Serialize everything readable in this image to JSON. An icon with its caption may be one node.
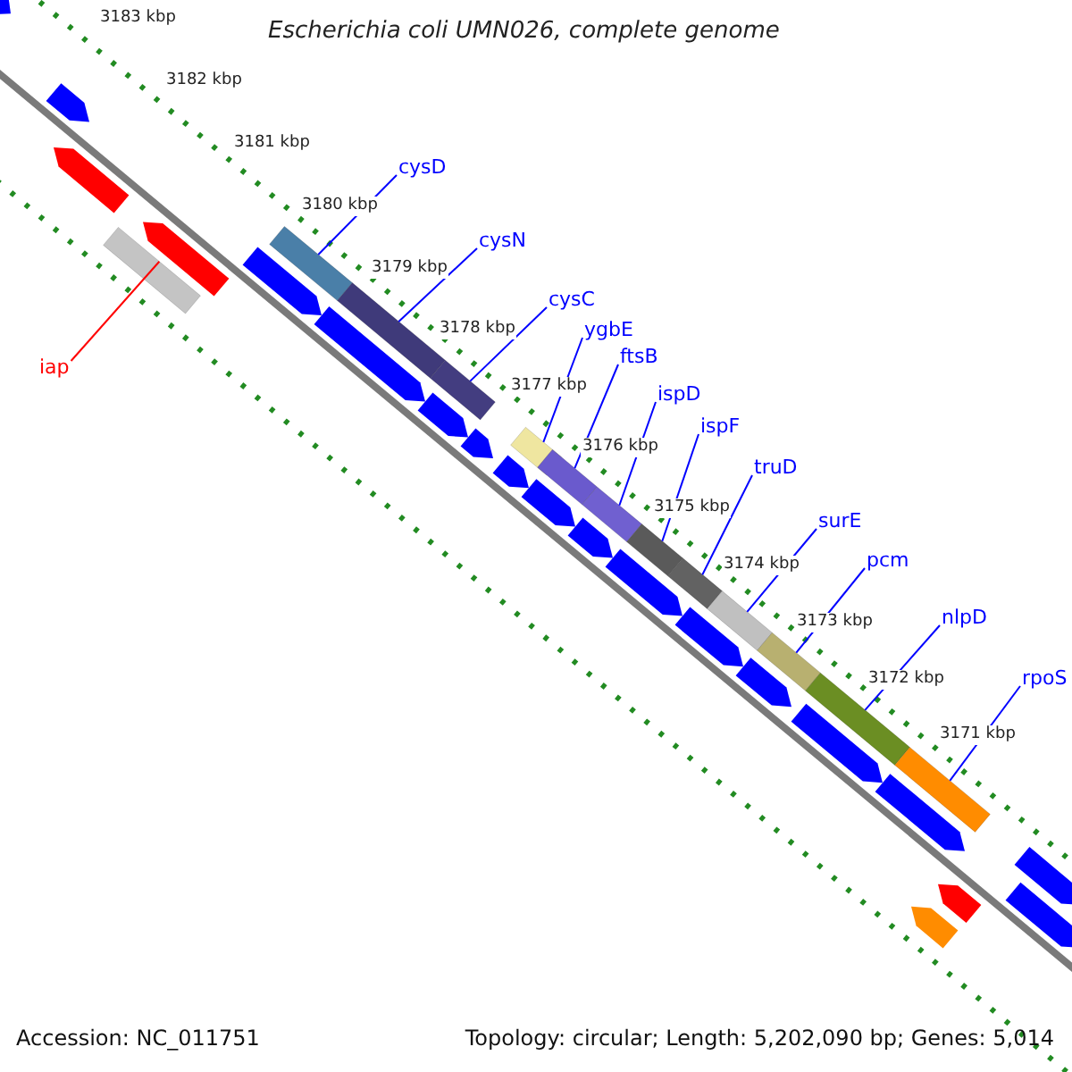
{
  "diagram": {
    "title": "Escherichia coli UMN026, complete genome",
    "nodes": [
      {
        "text": [
          "iap"
        ]
      },
      {
        "text": [
          "cysD"
        ]
      },
      {
        "text": [
          "cysN"
        ]
      },
      {
        "text": [
          "cysC"
        ]
      },
      {
        "text": [
          "ygbE"
        ]
      },
      {
        "text": [
          "ftsB"
        ]
      },
      {
        "text": [
          "ispD"
        ]
      },
      {
        "text": [
          "ispF"
        ]
      },
      {
        "text": [
          "truD"
        ]
      },
      {
        "text": [
          "surE"
        ]
      },
      {
        "text": [
          "pcm"
        ]
      },
      {
        "text": [
          "nlpD"
        ]
      },
      {
        "text": [
          "rpoS"
        ]
      },
      {
        "text": [],
        "shape": "bar"
      },
      {
        "text": [],
        "shape": "bar"
      },
      {
        "text": [],
        "shape": "bar"
      },
      {
        "text": [],
        "shape": "bar"
      },
      {
        "text": [],
        "shape": "bar"
      },
      {
        "text": [],
        "shape": "bar"
      },
      {
        "text": [],
        "shape": "bar"
      },
      {
        "text": [],
        "shape": "bar"
      },
      {
        "text": [],
        "shape": "bar"
      },
      {
        "text": [],
        "shape": "bar"
      },
      {
        "text": [],
        "shape": "bar"
      },
      {
        "text": [],
        "shape": "bar"
      },
      {
        "text": [],
        "shape": "bar"
      }
    ],
    "edges": [
      {
        "from": 0,
        "to": 13,
        "arrow": "none",
        "color": "#ff0000"
      },
      {
        "from": 1,
        "to": 14,
        "arrow": "none"
      },
      {
        "from": 2,
        "to": 15,
        "arrow": "none"
      },
      {
        "from": 3,
        "to": 16,
        "arrow": "none"
      },
      {
        "from": 4,
        "to": 17,
        "arrow": "none"
      },
      {
        "from": 5,
        "to": 18,
        "arrow": "none"
      },
      {
        "from": 6,
        "to": 19,
        "arrow": "none"
      },
      {
        "from": 7,
        "to": 20,
        "arrow": "none"
      },
      {
        "from": 8,
        "to": 21,
        "arrow": "none"
      },
      {
        "from": 9,
        "to": 22,
        "arrow": "none"
      },
      {
        "from": 10,
        "to": 23,
        "arrow": "none"
      },
      {
        "from": 11,
        "to": 24,
        "arrow": "none"
      },
      {
        "from": 12,
        "to": 25,
        "arrow": "none"
      }
    ],
    "labels": [
      "3183 kbp",
      "3182 kbp",
      "3181 kbp",
      "3180 kbp",
      "3179 kbp",
      "3178 kbp",
      "3177 kbp",
      "3176 kbp",
      "3175 kbp",
      "3174 kbp",
      "3173 kbp",
      "3172 kbp",
      "3171 kbp",
      "Accession: NC_011751",
      "Topology: circular; Length: 5,202,090 bp; Genes: 5,014"
    ]
  }
}
